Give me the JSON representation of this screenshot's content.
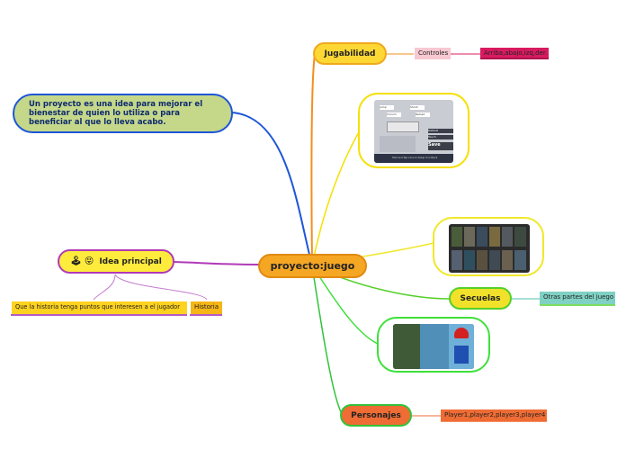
{
  "central": {
    "label": "proyecto:juego"
  },
  "definition": {
    "text": "Un proyecto es una idea para mejorar el bienestar de quien lo utiliza o para beneficiar al que lo lleva acabo."
  },
  "idea": {
    "label": "Idea principal",
    "icons": [
      "joystick-icon",
      "smiley-icon"
    ],
    "children": [
      {
        "label": "Que la historia tenga puntos que interesen a el jugador"
      },
      {
        "label": "Historia"
      }
    ]
  },
  "jugabilidad": {
    "label": "Jugabilidad",
    "child": "Controles",
    "grandchild": "Arriba,abajo,izq,der."
  },
  "controls_image": {
    "buttons": [
      "Jump",
      "Shoot",
      "Crouch",
      "Reload",
      "Default",
      "Touch",
      "Save"
    ],
    "footer": "Hold and Tap icons to Setup Icon Block"
  },
  "secuelas": {
    "label": "Secuelas",
    "child": "Otras partes del juego"
  },
  "personajes": {
    "label": "Personajes",
    "child": "Player1,player2,player3,player4"
  },
  "colors": {
    "central": "#f5a623",
    "jugabilidad": "#fdd835",
    "secuelas": "#f2e12a",
    "personajes": "#ef6c34",
    "idea": "#ffeb3b",
    "definition": "#c5d88a"
  }
}
